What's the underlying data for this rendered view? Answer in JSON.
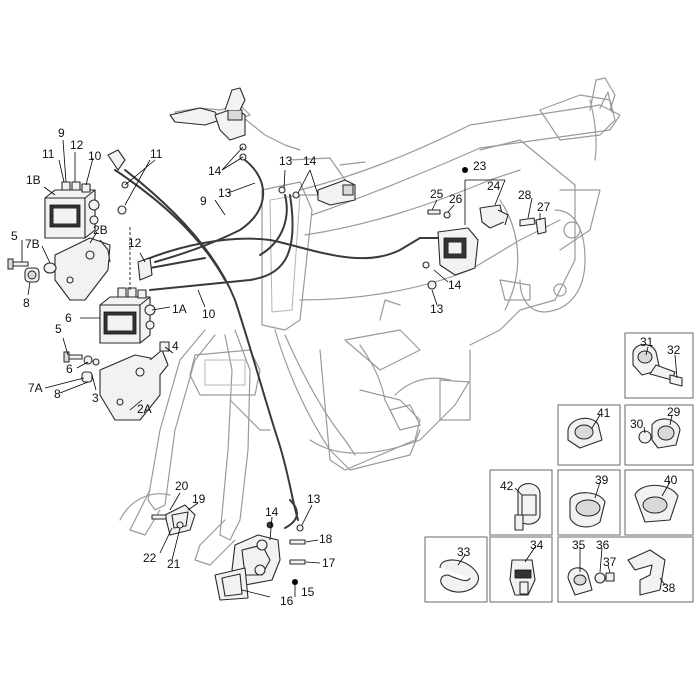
{
  "labels": {
    "l1B": "1B",
    "l9": "9",
    "l12": "12",
    "l11": "11",
    "l10": "10",
    "l5": "5",
    "l7B": "7B",
    "l8": "8",
    "l2B": "2B",
    "l11b": "11",
    "l14a": "14",
    "l13a": "13",
    "l9b": "9",
    "l13b": "13",
    "l14b": "14",
    "l12b": "12",
    "l6": "6",
    "l1A": "1A",
    "l10b": "10",
    "l5b": "5",
    "l6b": "6",
    "l7A": "7A",
    "l8b": "8",
    "l4": "4",
    "l3": "3",
    "l2A": "2A",
    "l23": "23",
    "l25": "25",
    "l26": "26",
    "l24": "24",
    "l28": "28",
    "l27": "27",
    "l14c": "14",
    "l13c": "13",
    "l20": "20",
    "l19": "19",
    "l22": "22",
    "l21": "21",
    "l14d": "14",
    "l13d": "13",
    "l18": "18",
    "l17": "17",
    "l16": "16",
    "l15": "15",
    "l31": "31",
    "l32": "32",
    "l41": "41",
    "l30": "30",
    "l29": "29",
    "l42": "42",
    "l39": "39",
    "l40": "40",
    "l33": "33",
    "l34": "34",
    "l35": "35",
    "l36": "36",
    "l37": "37",
    "l38": "38"
  }
}
